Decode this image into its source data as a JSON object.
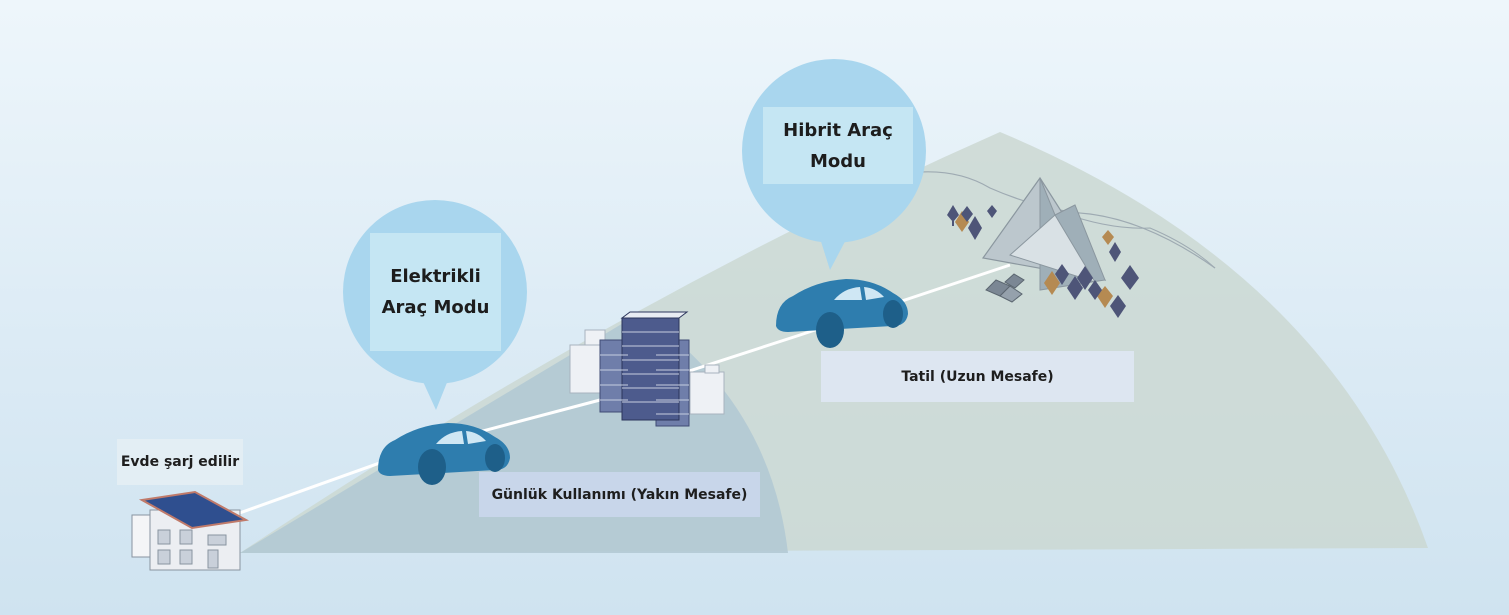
{
  "labels": {
    "home_charge": "Evde şarj edilir",
    "daily_use": "Günlük Kullanımı (Yakın Mesafe)",
    "holiday": "Tatil (Uzun Mesafe)"
  },
  "bubbles": {
    "electric_mode": "Elektrikli\nAraç Modu",
    "hybrid_mode": "Hibrit Araç\nModu"
  },
  "colors": {
    "bubble": "#a9d6ee",
    "car": "#2e7dae",
    "near_zone": "#b3c9d4",
    "far_zone": "#cbd8d2"
  }
}
